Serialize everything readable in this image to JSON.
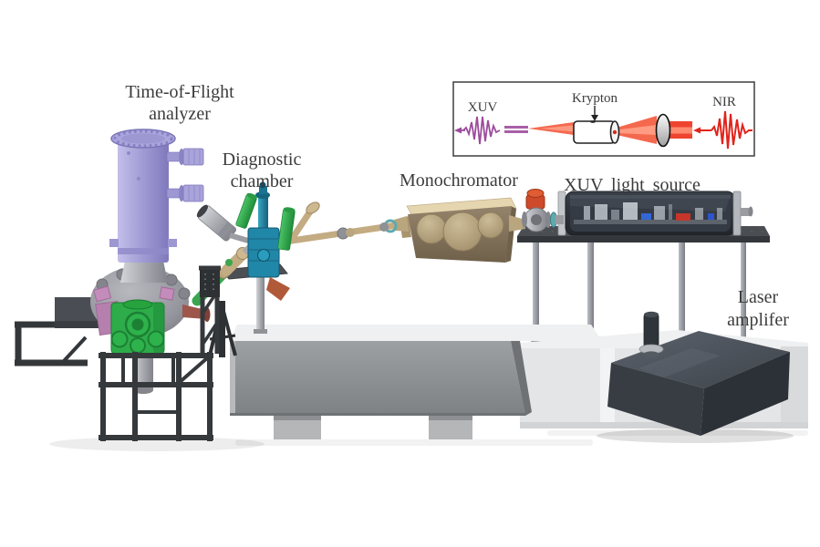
{
  "figure": {
    "type": "experimental-setup-illustration",
    "labels": {
      "tof_line1": "Time-of-Flight",
      "tof_line2": "analyzer",
      "diag_line1": "Diagnostic",
      "diag_line2": "chamber",
      "monochromator": "Monochromator",
      "xuv_source": "XUV light source",
      "laser_line1": "Laser",
      "laser_line2": "amplifer"
    },
    "inset": {
      "xuv": "XUV",
      "krypton": "Krypton",
      "nir": "NIR"
    },
    "colors": {
      "background": "#ffffff",
      "label_text": "#3b3b3b",
      "tof_tube_lavender": "#a39ed6",
      "vacuum_gray": "#9a9aa1",
      "green_chamber": "#2eac4a",
      "teal_chamber": "#2187a8",
      "valve_green": "#3aa64e",
      "pink_flange": "#c38cba",
      "copper_cone": "#9e564b",
      "beamline_tan": "#c3ab82",
      "monochromator_tan": "#8b7a60",
      "orange_valve": "#cd4a2b",
      "breadboard_dark": "#4a4e53",
      "enclosure_dark": "#2c3036",
      "table_gray": "#9b9ea1",
      "laser_box_dark": "#383d44",
      "frame_black": "#36393c",
      "xuv_purple": "#9c4b9c",
      "nir_red": "#e0241c"
    }
  }
}
